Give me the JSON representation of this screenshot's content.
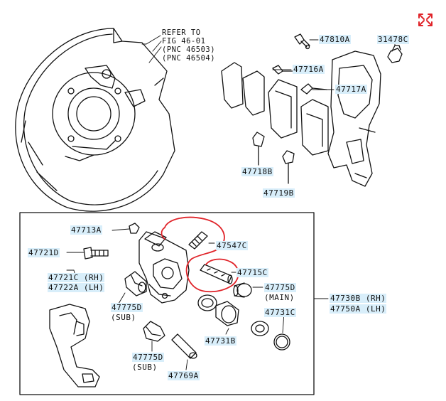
{
  "diagram": {
    "refer_note": [
      "REFER TO",
      "FIG 46-01",
      "(PNC 46503)",
      "(PNC 46504)"
    ],
    "top_parts": {
      "p47810A": "47810A",
      "p31478C": "31478C",
      "p47716A": "47716A",
      "p47717A": "47717A",
      "p47718B": "47718B",
      "p47719B": "47719B"
    },
    "box_parts": {
      "p47713A": "47713A",
      "p47547C": "47547C",
      "p47721D": "47721D",
      "p47721C": "47721C (RH)",
      "p47722A": "47722A (LH)",
      "p47715C": "47715C",
      "p47775D_main": "47775D",
      "main_note": "(MAIN)",
      "p47730B": "47730B (RH)",
      "p47750A": "47750A (LH)",
      "p47775D_sub1": "47775D",
      "sub_note_1": "(SUB)",
      "p47731C": "47731C",
      "p47731B": "47731B",
      "p47775D_sub2": "47775D",
      "sub_note_2": "(SUB)",
      "p47769A": "47769A"
    },
    "expand_icon": "expand-arrows-icon",
    "annotation_color": "#e0242a",
    "label_highlight_color": "#d8eefa"
  }
}
